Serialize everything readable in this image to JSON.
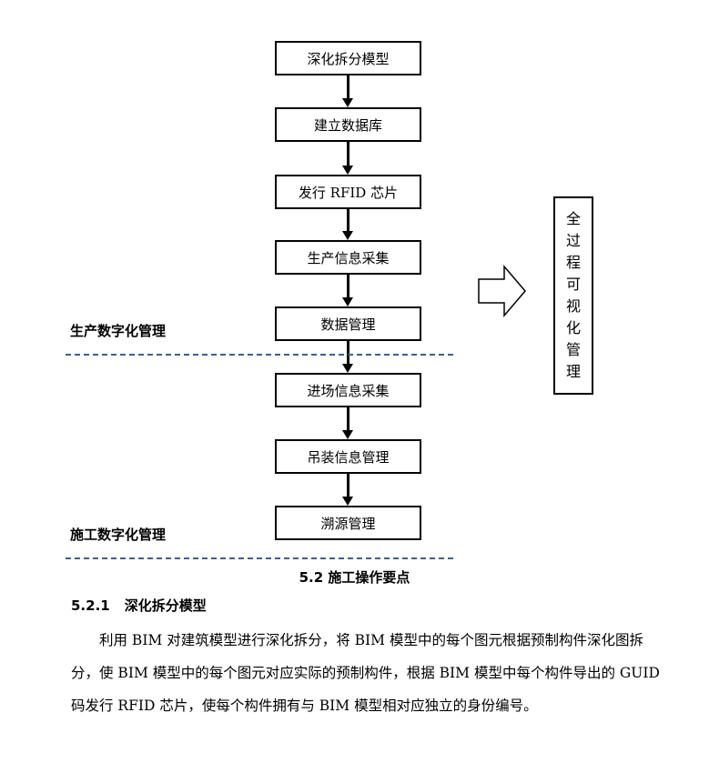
{
  "flow": {
    "steps": [
      "深化拆分模型",
      "建立数据库",
      "发行 RFID 芯片",
      "生产信息采集",
      "数据管理",
      "进场信息采集",
      "吊装信息管理",
      "溯源管理"
    ]
  },
  "stages": {
    "production": "生产数字化管理",
    "construction": "施工数字化管理"
  },
  "side_box": {
    "chars": [
      "全",
      "过",
      "程",
      "可",
      "视",
      "化",
      "管",
      "理"
    ]
  },
  "section_title": "5.2   施工操作要点",
  "subsection": {
    "number": "5.2.1",
    "title": "深化拆分模型"
  },
  "paragraph_lines": [
    "　　利用 BIM 对建筑模型进行深化拆分，将 BIM 模型中的每个图元根据预制构件深化图拆",
    "分，使 BIM 模型中的每个图元对应实际的预制构件，根据 BIM 模型中每个构件导出的 GUID",
    "码发行 RFID 芯片，使每个构件拥有与 BIM 模型相对应独立的身份编号。"
  ]
}
